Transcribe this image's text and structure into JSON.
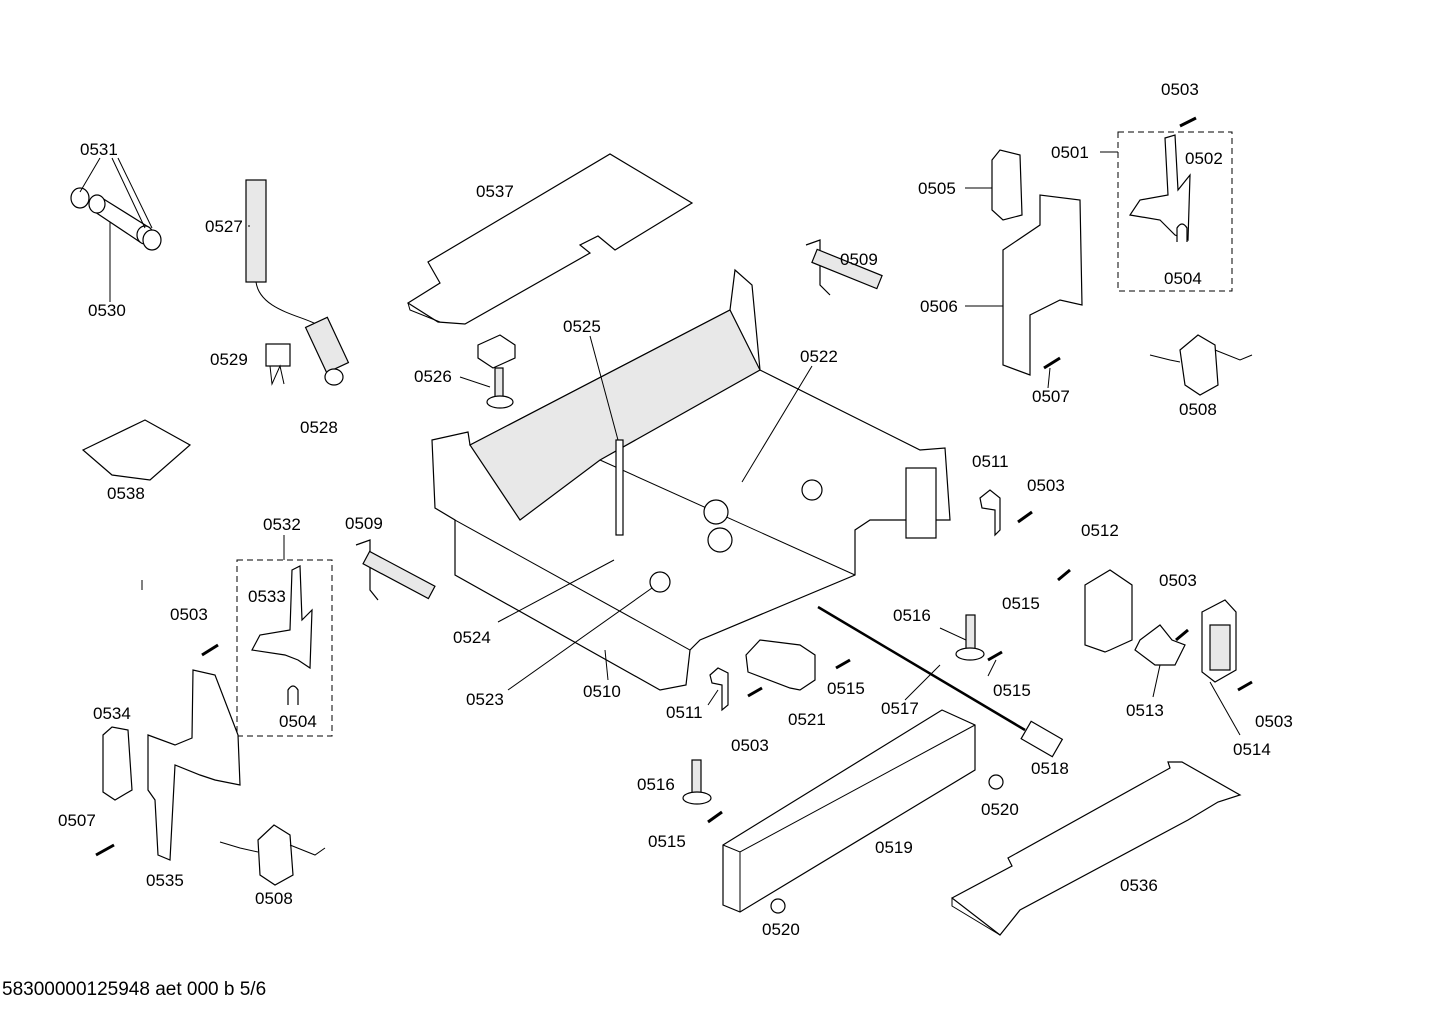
{
  "labels": {
    "l0531": "0531",
    "l0530": "0530",
    "l0527": "0527",
    "l0529": "0529",
    "l0528": "0528",
    "l0538": "0538",
    "l0537": "0537",
    "l0526": "0526",
    "l0525": "0525",
    "l0522": "0522",
    "l0509a": "0509",
    "l0509b": "0509",
    "l0503a": "0503",
    "l0501": "0501",
    "l0502": "0502",
    "l0505": "0505",
    "l0504a": "0504",
    "l0506": "0506",
    "l0507a": "0507",
    "l0508a": "0508",
    "l0511a": "0511",
    "l0503b": "0503",
    "l0512": "0512",
    "l0503c": "0503",
    "l0515a": "0515",
    "l0516a": "0516",
    "l0515b": "0515",
    "l0513": "0513",
    "l0503d": "0503",
    "l0514": "0514",
    "l0532": "0532",
    "l0533": "0533",
    "l0503e": "0503",
    "l0504b": "0504",
    "l0534": "0534",
    "l0507b": "0507",
    "l0535": "0535",
    "l0508b": "0508",
    "l0524": "0524",
    "l0523": "0523",
    "l0510": "0510",
    "l0511b": "0511",
    "l0503f": "0503",
    "l0521": "0521",
    "l0515c": "0515",
    "l0517": "0517",
    "l0518": "0518",
    "l0516b": "0516",
    "l0515d": "0515",
    "l0519": "0519",
    "l0520a": "0520",
    "l0520b": "0520",
    "l0536": "0536"
  },
  "footer": "58300000125948 aet 000 b 5/6"
}
